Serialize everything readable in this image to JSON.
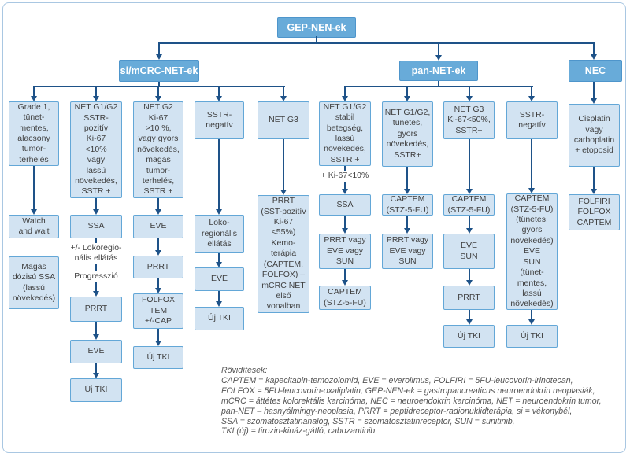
{
  "diagram": {
    "root_label": "GEP-NEN-ek",
    "branch_si": "si/mCRC-NET-ek",
    "branch_pan": "pan-NET-ek",
    "branch_nec": "NEC",
    "nodes": {
      "c1a": "Grade 1,\ntünet-\nmentes,\nalacsony\ntumor-\nterhelés",
      "c1b": "Watch\nand wait",
      "c1c": "Magas\ndózisú SSA\n(lassú\nnövekedés)",
      "c2a": "NET G1/G2\nSSTR-\npozitív\nKi-67\n<10%\nvagy\nlassú\nnövekedés,\nSSTR +",
      "c2b": "SSA",
      "c2c": "PRRT",
      "c2d": "EVE",
      "c2e": "Új TKI",
      "c3a": "NET G2\nKi-67\n>10 %,\nvagy gyors\nnövekedés,\nmagas\ntumor-\nterhelés,\nSSTR +",
      "c3b": "EVE",
      "c3c": "PRRT",
      "c3d": "FOLFOX\nTEM\n+/-CAP",
      "c3e": "Új TKI",
      "c4a": "SSTR-\nnegatív",
      "c4b": "Loko-\nregionális\nellátás",
      "c4c": "EVE",
      "c4d": "Új TKI",
      "c5a": "NET G3",
      "c5b": "PRRT\n(SST-pozitív\nKi-67\n<55%)\nKemo-\nterápia\n(CAPTEM,\nFOLFOX) –\nmCRC NET\nelső\nvonalban",
      "p1a": "NET G1/G2\nstabil\nbetegség,\nlassú\nnövekedés,\nSSTR +",
      "p1b": "SSA",
      "p1c": "PRRT vagy\nEVE vagy\nSUN",
      "p1d": "CAPTEM\n(STZ-5-FU)",
      "p2a": "NET G1/G2,\ntünetes,\ngyors\nnövekedés,\nSSTR+",
      "p2b": "CAPTEM\n(STZ-5-FU)",
      "p2c": "PRRT vagy\nEVE vagy\nSUN",
      "p3a": "NET G3\nKi-67<50%,\nSSTR+",
      "p3b": "CAPTEM\n(STZ-5-FU)",
      "p3c": "EVE\nSUN",
      "p3d": "PRRT",
      "p3e": "Új TKI",
      "p4a": "SSTR-\nnegatív",
      "p4b": "CAPTEM\n(STZ-5-FU)\n(tünetes,\ngyors\nnövekedés)\nEVE\nSUN\n(tünet-\nmentes,\nlassú\nnövekedés)",
      "p4c": "Új TKI",
      "n1": "Cisplatin\nvagy\ncarboplatin\n+ etoposid",
      "n2": "FOLFIRI\nFOLFOX\nCAPTEM"
    },
    "labels": {
      "lokoregional": "+/- Lokoregio-\nnális ellátás",
      "progression": "Progresszió",
      "ki67": "+ Ki-67<10%"
    }
  },
  "legend": {
    "title": "Rövidítések:",
    "lines": [
      "CAPTEM = kapecitabin-temozolomid, EVE = everolimus, FOLFIRI = 5FU-leucovorin-irinotecan,",
      "FOLFOX = 5FU-leucovorin-oxaliplatin, GEP-NEN-ek = gastropancreaticus neuroendokrin neoplasiák,",
      "mCRC = áttétes kolorektális karcinóma, NEC = neuroendokrin karcinóma, NET = neuroendokrin tumor,",
      "pan-NET – hasnyálmirigy-neoplasia, PRRT = peptidreceptor-radionuklidterápia, si = vékonybél,",
      "SSA = szomatosztatinanalóg, SSTR = szomatosztatinreceptor, SUN = sunitinib,",
      "TKI (új) = tirozin-kináz-gátló, cabozantinib"
    ]
  },
  "colors": {
    "header_fill": "#68abd9",
    "header_border": "#4e95cb",
    "box_fill": "#d2e3f2",
    "box_border": "#63a7d7",
    "connector": "#1e5288",
    "box_text": "#3f3f3f",
    "legend_text": "#555555",
    "frame_border": "#a9c7e2"
  }
}
